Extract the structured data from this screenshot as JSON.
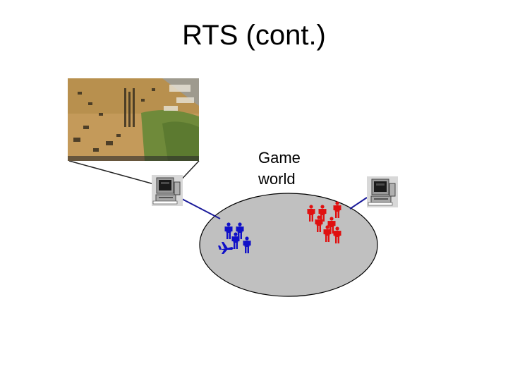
{
  "slide": {
    "title": "RTS (cont.)"
  },
  "game_world": {
    "label_line1": "Game",
    "label_line2": "world",
    "fill_color": "#c0c0c0"
  },
  "screenshot": {
    "description_icon": "rts-game-screenshot"
  },
  "players": [
    {
      "name": "player-left",
      "icon": "computer-icon",
      "unit_color": "#1010c8",
      "units": [
        "soldier",
        "soldier",
        "soldier",
        "soldier",
        "airplane"
      ]
    },
    {
      "name": "player-right",
      "icon": "computer-icon",
      "unit_color": "#e01010",
      "units": [
        "soldier",
        "soldier",
        "soldier",
        "soldier",
        "soldier",
        "soldier",
        "soldier"
      ]
    }
  ],
  "connection_color": "#1a1a9a"
}
